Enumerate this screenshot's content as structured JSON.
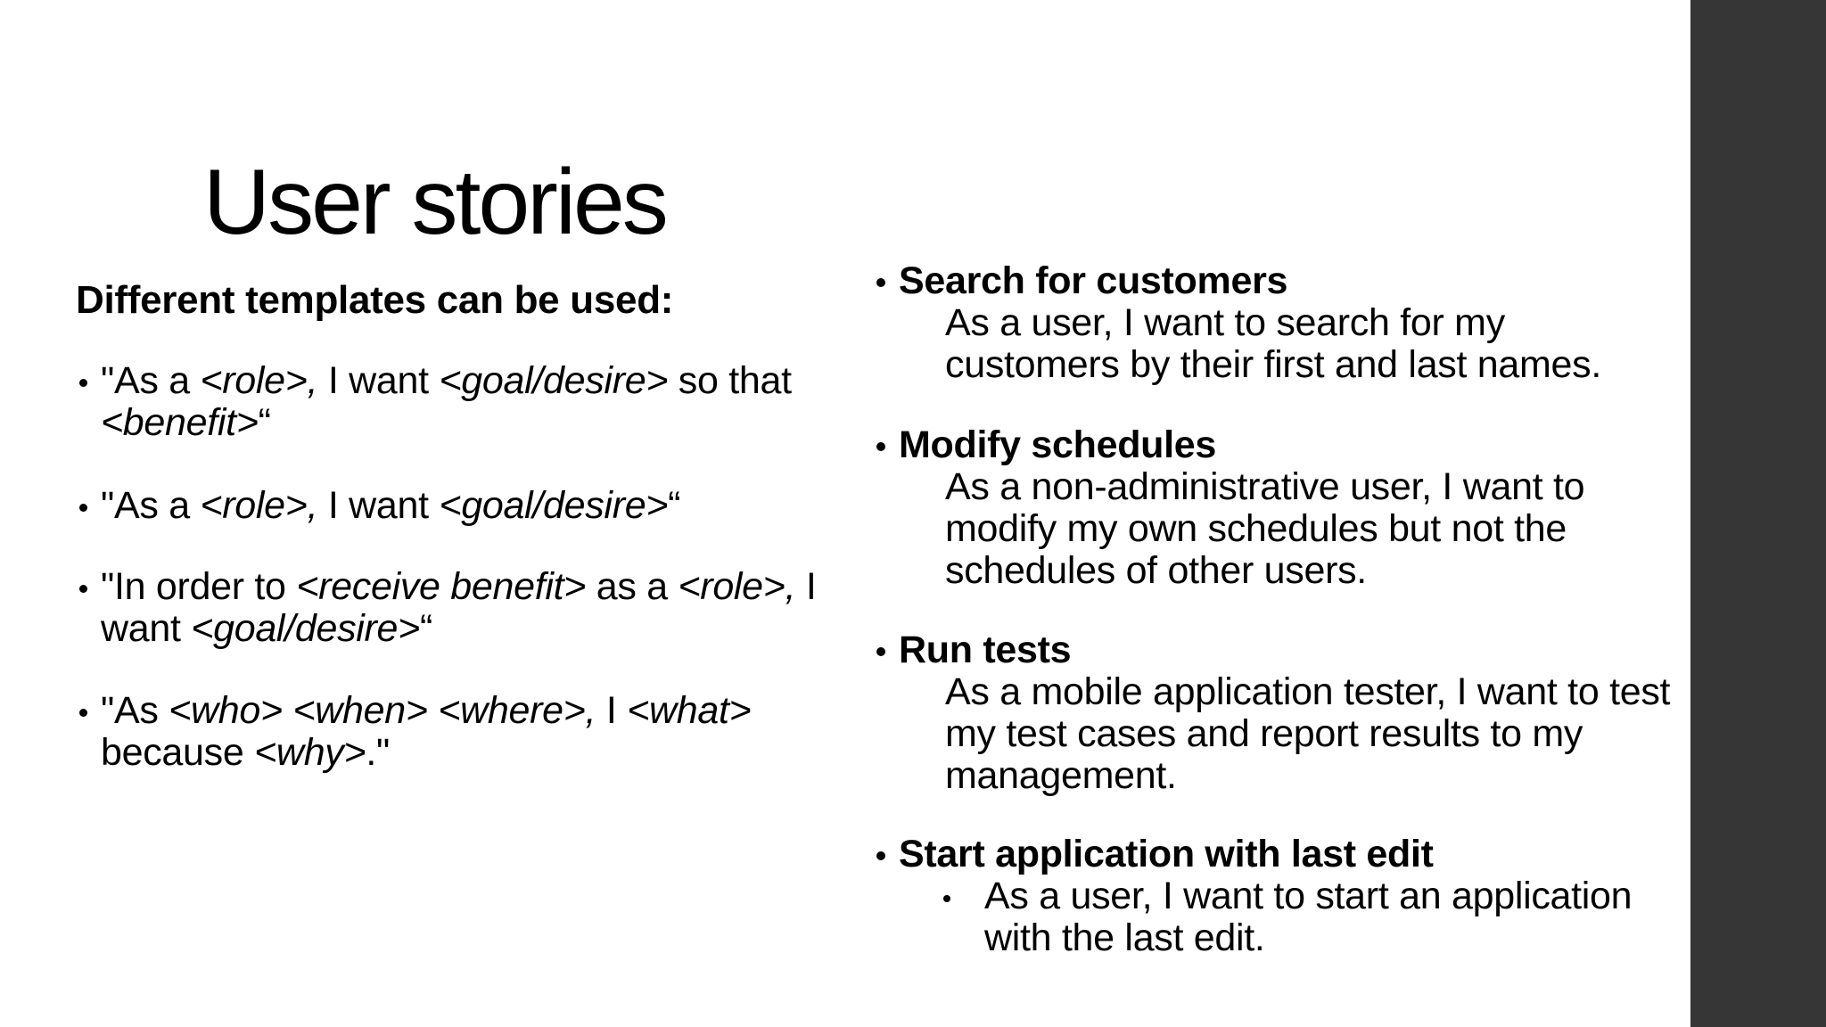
{
  "slide": {
    "title": "User stories",
    "background_color": "#ffffff",
    "text_color": "#000000",
    "sidebar_color": "#363636"
  },
  "left_column": {
    "intro": "Different templates can be used:",
    "bullets": [
      {
        "lines": [
          [
            {
              "t": "\"As a "
            },
            {
              "t": "<role>,",
              "i": true
            },
            {
              "t": " I want "
            },
            {
              "t": "<goal/desire>",
              "i": true
            },
            {
              "t": " so that"
            }
          ],
          [
            {
              "t": "<benefit>",
              "i": true
            },
            {
              "t": "“"
            }
          ]
        ]
      },
      {
        "lines": [
          [
            {
              "t": "\"As a "
            },
            {
              "t": "<role>,",
              "i": true
            },
            {
              "t": " I want "
            },
            {
              "t": "<goal/desire>",
              "i": true
            },
            {
              "t": "“"
            }
          ]
        ]
      },
      {
        "lines": [
          [
            {
              "t": "\"In order to "
            },
            {
              "t": "<receive benefit>",
              "i": true
            },
            {
              "t": " as a "
            },
            {
              "t": "<role>,",
              "i": true
            },
            {
              "t": " I"
            }
          ],
          [
            {
              "t": "want "
            },
            {
              "t": "<goal/desire>",
              "i": true
            },
            {
              "t": "“"
            }
          ]
        ]
      },
      {
        "lines": [
          [
            {
              "t": "\"As "
            },
            {
              "t": "<who>",
              "i": true
            },
            {
              "t": " "
            },
            {
              "t": "<when>",
              "i": true
            },
            {
              "t": " "
            },
            {
              "t": "<where>,",
              "i": true
            },
            {
              "t": " I "
            },
            {
              "t": "<what>",
              "i": true
            }
          ],
          [
            {
              "t": "because "
            },
            {
              "t": "<why>",
              "i": true
            },
            {
              "t": ".\""
            }
          ]
        ]
      }
    ]
  },
  "right_column": {
    "stories": [
      {
        "title": "Search for customers",
        "lines": [
          "As a user, I want to search for my",
          "customers by their first and last names."
        ],
        "sub_bullet": false
      },
      {
        "title": "Modify schedules",
        "lines": [
          "As a non-administrative user, I want to",
          "modify my own schedules but not the",
          "schedules of other users."
        ],
        "sub_bullet": false
      },
      {
        "title": "Run tests",
        "lines": [
          "As a mobile application tester, I want to test",
          "my test cases and report results to my",
          "management."
        ],
        "sub_bullet": false
      },
      {
        "title": "Start application with last edit",
        "lines": [
          "As a user, I want to start an application",
          "with the last edit."
        ],
        "sub_bullet": true
      }
    ]
  }
}
